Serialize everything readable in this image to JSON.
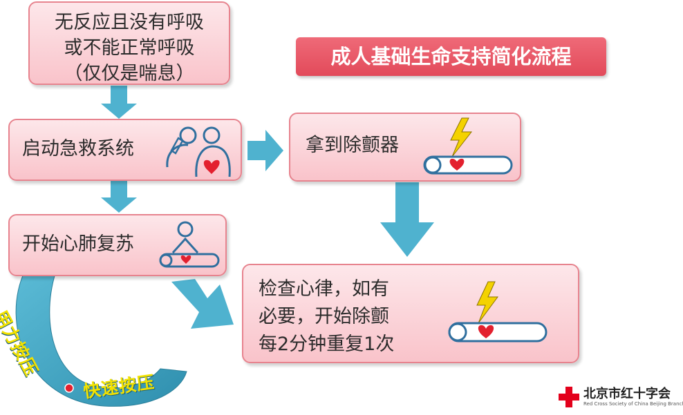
{
  "title": "成人基础生命支持简化流程",
  "boxes": {
    "no_response": [
      "无反应且没有呼吸",
      "或不能正常呼吸",
      "（仅仅是喘息）"
    ],
    "activate": "启动急救系统",
    "cpr": "开始心肺复苏",
    "aed": "拿到除颤器",
    "rhythm": [
      "检查心律，如有",
      "必要，开始除颤",
      "每2分钟重复1次"
    ]
  },
  "arc_labels": {
    "press_hard": "用力按压",
    "press_fast": "快速按压"
  },
  "logo": {
    "name": "北京市红十字会",
    "sub": "Red Cross Society of China Beijing Branch"
  },
  "colors": {
    "box_fill": "#f9c3ca",
    "box_border": "#e7838e",
    "arrow": "#4fb2cf",
    "banner": "#e24a5a",
    "heart": "#e3202e",
    "bolt": "#f4d200",
    "arc_text": "#f3e200"
  },
  "icons": [
    "rescuer-phone-icon",
    "patient-lying-icon",
    "heart-icon",
    "lightning-bolt-icon",
    "cpr-compression-icon",
    "red-cross-logo-icon"
  ]
}
